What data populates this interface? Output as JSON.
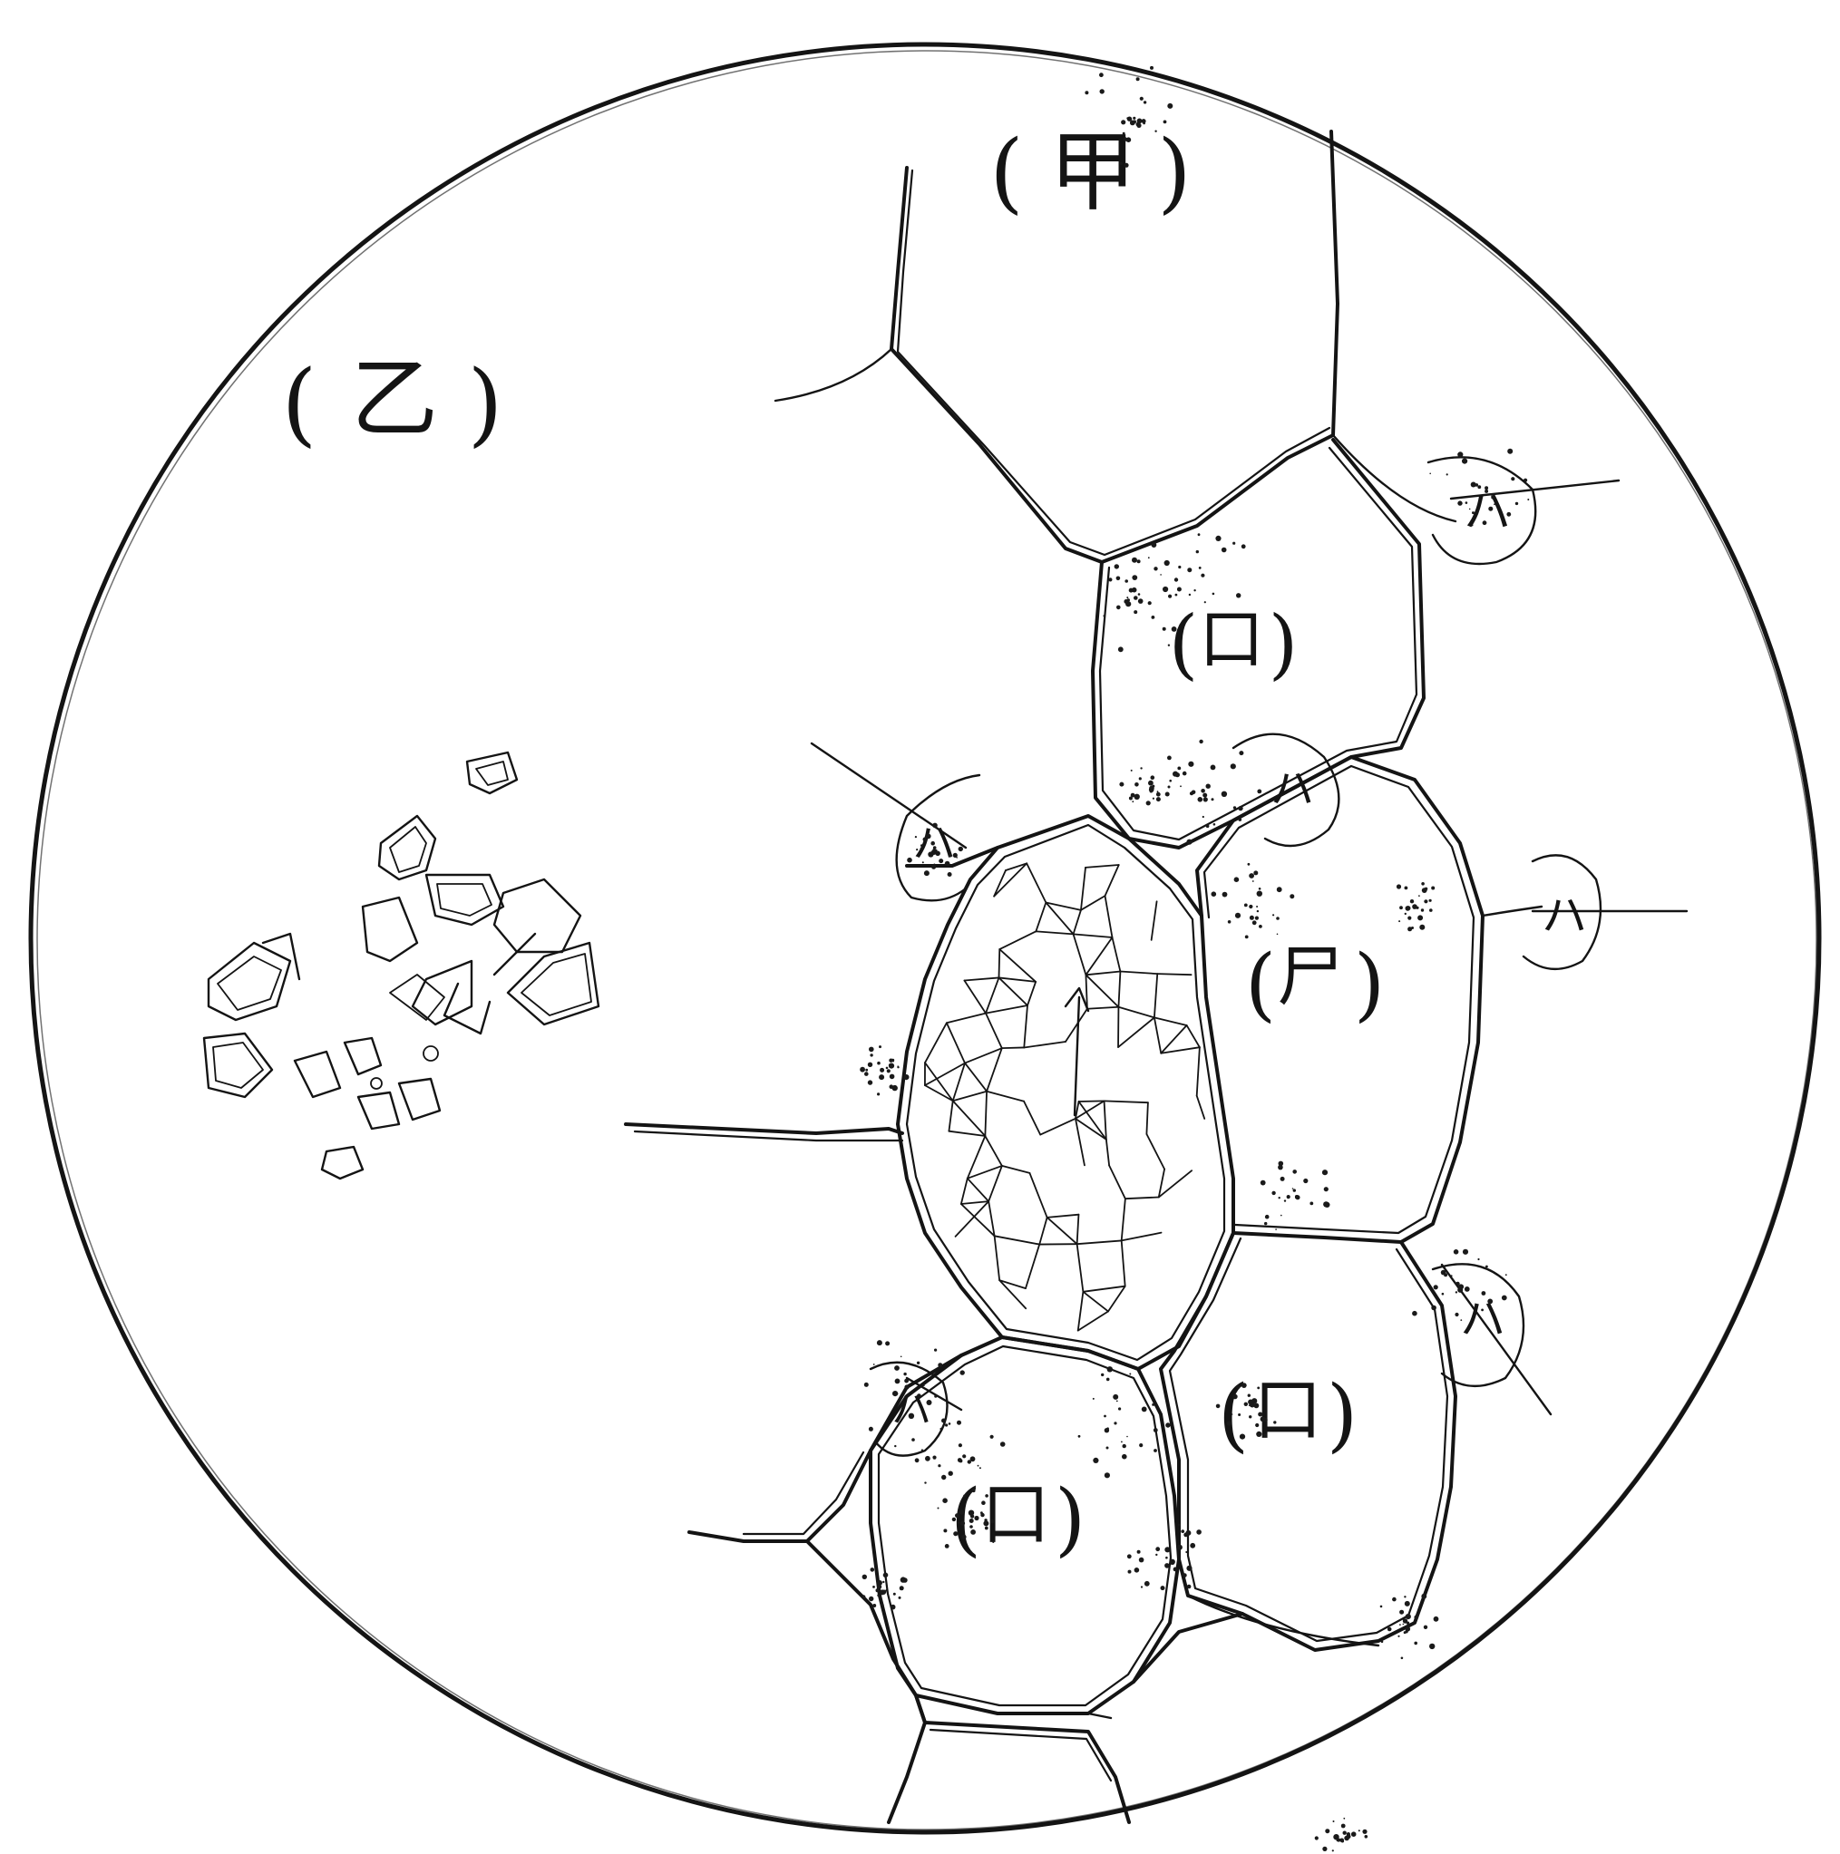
{
  "figure": {
    "labels": {
      "a": "甲",
      "b": "乙",
      "c": "口",
      "d": "尸",
      "e": "ハ"
    },
    "label_paren_open": "(",
    "label_paren_close": ")"
  }
}
